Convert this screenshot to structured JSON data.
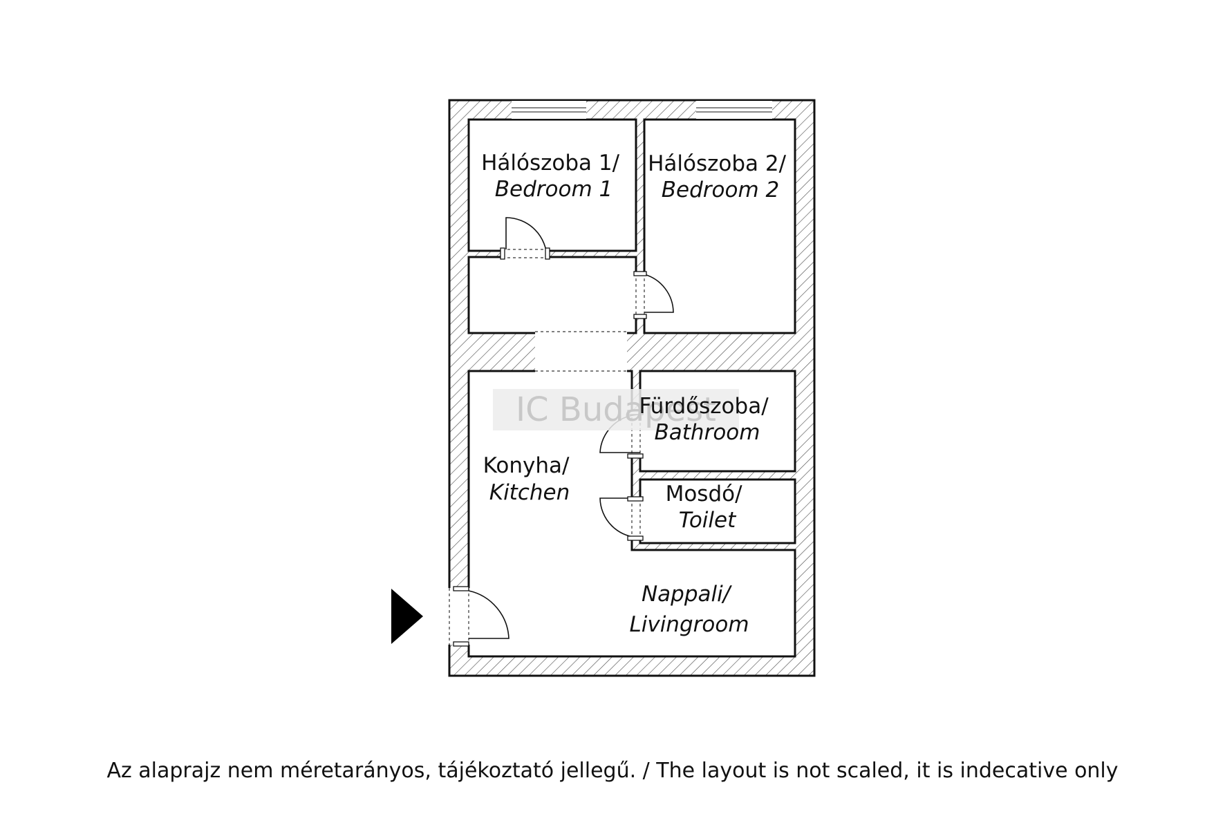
{
  "rooms": {
    "bedroom1": {
      "hu": "Hálószoba 1/",
      "en": "Bedroom 1"
    },
    "bedroom2": {
      "hu": "Hálószoba 2/",
      "en": "Bedroom 2"
    },
    "bathroom": {
      "hu": "Fürdőszoba/",
      "en": "Bathroom"
    },
    "toilet": {
      "hu": "Mosdó/",
      "en": "Toilet"
    },
    "kitchen": {
      "hu": "Konyha/",
      "en": "Kitchen"
    },
    "living": {
      "hu": "Nappali/",
      "en": "Livingroom"
    }
  },
  "watermark": "IC Budapest",
  "note": "Az alaprajz nem méretarányos, tájékoztató jellegű. / The layout is not scaled, it is indecative only",
  "icons": {
    "entrance": "entrance-arrow-icon"
  },
  "colors": {
    "wall_line": "#111111",
    "hatch": "#555555",
    "watermark_band": "#ececec",
    "watermark_text": "#c8c8c8"
  }
}
